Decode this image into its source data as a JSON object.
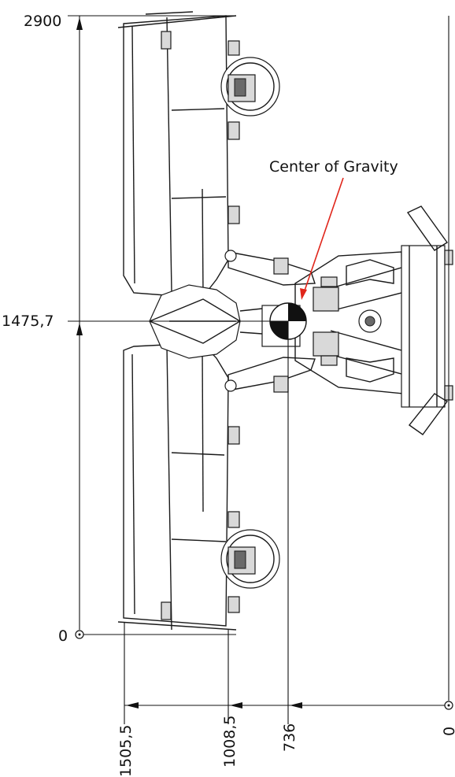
{
  "annotation": {
    "label": "Center of Gravity",
    "arrow_color": "#e0261b"
  },
  "vertical_dimensions": [
    {
      "value": "2900"
    },
    {
      "value": "1475,7"
    },
    {
      "value": "0"
    }
  ],
  "horizontal_dimensions": [
    {
      "value": "1505,5"
    },
    {
      "value": "1008,5"
    },
    {
      "value": "736"
    },
    {
      "value": "0"
    }
  ],
  "icons": {
    "cog": "center-of-gravity-symbol",
    "origin": "origin-circle"
  }
}
